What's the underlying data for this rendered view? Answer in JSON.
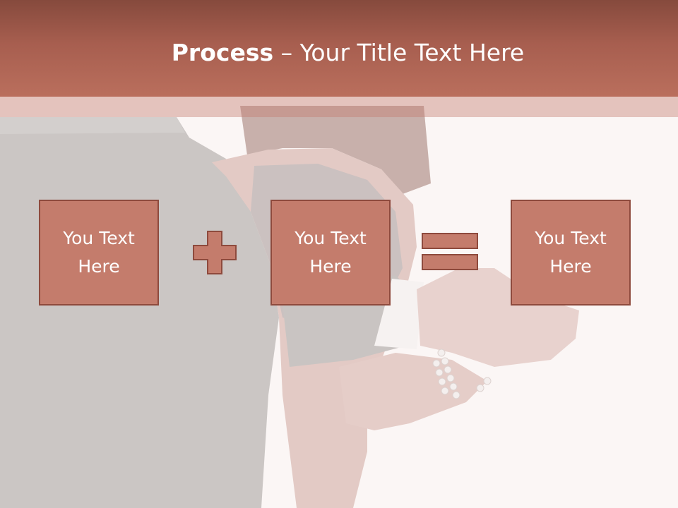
{
  "slide": {
    "title_bold": "Process",
    "title_rest": " – Your Title Text Here"
  },
  "boxes": [
    {
      "text": "You Text\nHere"
    },
    {
      "text": "You Text\nHere"
    },
    {
      "text": "You Text\nHere"
    }
  ],
  "operators": {
    "plus": "plus-icon",
    "equals": "equals-icon"
  },
  "colors": {
    "title_band": "#a75e4f",
    "box_fill": "#c47c6c",
    "box_border": "#8e4a3d",
    "text": "#ffffff"
  }
}
